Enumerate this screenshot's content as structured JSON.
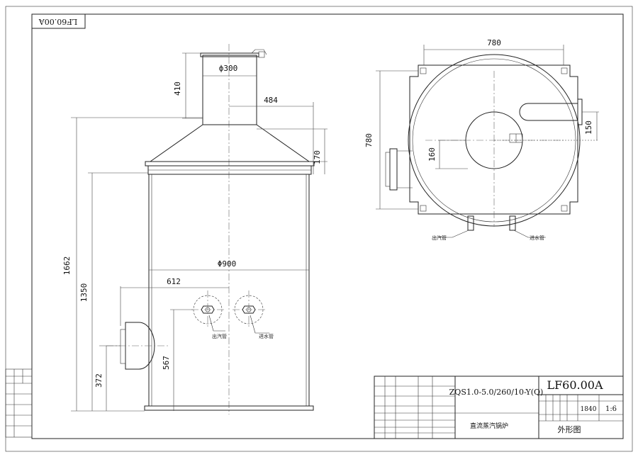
{
  "drawing_number": "LF60.00A",
  "drawing_number_mirrored": "LF60.00A",
  "front_view": {
    "dims": {
      "d_outlet": "ф300",
      "h_outlet": "410",
      "r_cone": "484",
      "h_cone": "170",
      "h_total": "1662",
      "h_body": "1350",
      "d_body": "Φ900",
      "w_port": "612",
      "h_port": "567",
      "h_hatch": "372"
    },
    "labels": {
      "steam_pipe": "出汽管",
      "water_inlet": "进水管"
    }
  },
  "top_view": {
    "dims": {
      "width": "780",
      "height": "780",
      "d_inner": "160",
      "pipe": "150"
    },
    "labels": {
      "steam_pipe": "出汽管",
      "water_inlet": "进水管"
    }
  },
  "title_block": {
    "model": "ZQS1.0-5.0/260/10-Y(Q)",
    "name": "直流蒸汽锅炉",
    "view_name": "外形图",
    "drawing_no": "LF60.00A",
    "weight": "1840",
    "scale": "1:6"
  }
}
